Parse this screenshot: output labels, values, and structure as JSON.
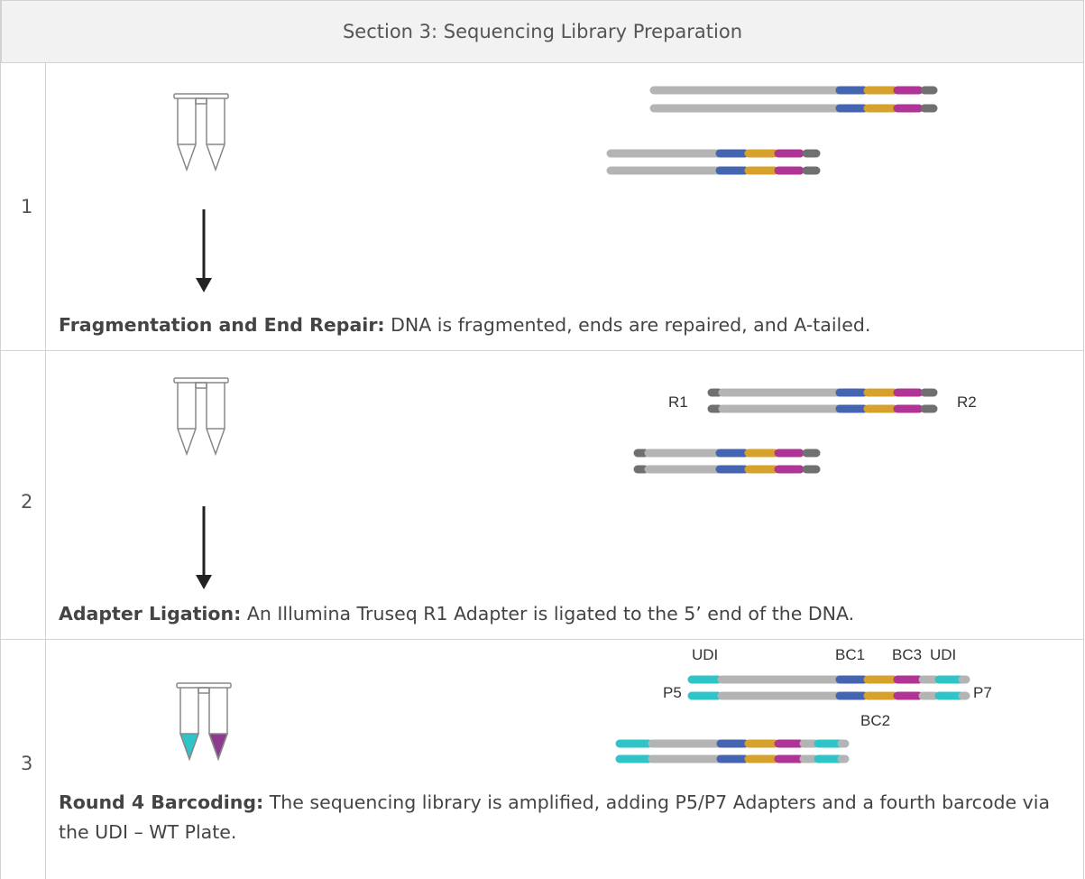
{
  "header": {
    "title": "Section 3: Sequencing Library Preparation"
  },
  "steps": [
    {
      "number": "1",
      "title": "Fragmentation and End Repair:",
      "description": " DNA is fragmented, ends are repaired, and A-tailed."
    },
    {
      "number": "2",
      "title": "Adapter Ligation:",
      "description": " An Illumina Truseq R1 Adapter is ligated to the 5’ end of the DNA.",
      "labels": {
        "left": "R1",
        "right": "R2"
      }
    },
    {
      "number": "3",
      "title": "Round 4 Barcoding:",
      "description": " The sequencing library is amplified, adding P5/P7 Adapters and a fourth barcode via the UDI – WT Plate.",
      "labels": {
        "p5": "P5",
        "p7": "P7",
        "udi_left": "UDI",
        "bc1": "BC1",
        "bc3": "BC3",
        "udi_right": "UDI",
        "bc2": "BC2"
      }
    }
  ],
  "colors": {
    "dna": "#b4b4b4",
    "end_cap": "#707070",
    "bc_blue": "#4565b0",
    "bc_gold": "#d6a22c",
    "bc_magenta": "#b03396",
    "udi_cyan": "#2ec4c8",
    "tube_fill_left": "#2ec4c8",
    "tube_fill_right": "#8e3a8e"
  }
}
